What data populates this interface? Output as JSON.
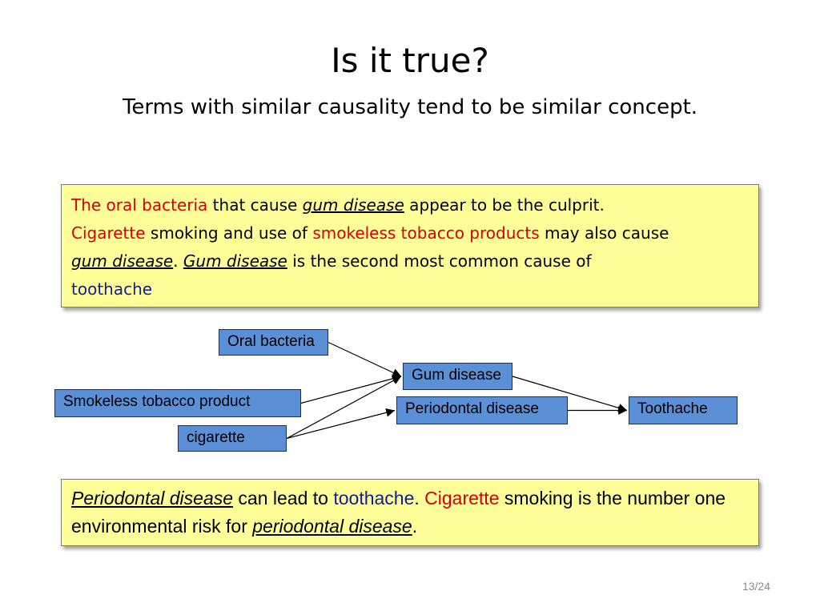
{
  "slide": {
    "title": "Is it true?",
    "subtitle": "Terms with similar causality tend to be similar concept.",
    "page_number": "13/24"
  },
  "colors": {
    "callout_background": "#ffff99",
    "node_fill": "#5b8fd6",
    "highlight_red": "#d40000",
    "highlight_blue": "#102090"
  },
  "top_callout": {
    "s1_oral_bacteria": "The oral bacteria",
    "s1_that_cause": " that cause ",
    "s1_gum_disease": "gum disease",
    "s1_rest": " appear to be the culprit.",
    "s2_cigarette": "Cigarette",
    "s2_smoking": " smoking and use of ",
    "s2_smokeless": "smokeless tobacco products",
    "s2_may": " may also cause",
    "s2_gum_disease": "gum disease",
    "s2_period": ". ",
    "s3_gum_disease": "Gum disease",
    "s3_rest": " is the second most common cause of",
    "s3_toothache": "toothache"
  },
  "bottom_callout": {
    "periodontal": "Periodontal disease",
    "lead": " can lead to ",
    "toothache": "toothache",
    "period1": ". ",
    "cigarette": "Cigarette",
    "rest": " smoking is the number one environmental risk for ",
    "periodontal2": "periodontal disease",
    "period2": "."
  },
  "diagram": {
    "nodes": {
      "oral_bacteria": "Oral bacteria",
      "smokeless_tobacco": "Smokeless tobacco product",
      "cigarette": "cigarette",
      "gum_disease": "Gum disease",
      "periodontal_disease": "Periodontal disease",
      "toothache": "Toothache"
    },
    "edges": [
      [
        "oral_bacteria",
        "gum_disease"
      ],
      [
        "smokeless_tobacco",
        "gum_disease"
      ],
      [
        "cigarette",
        "gum_disease"
      ],
      [
        "cigarette",
        "periodontal_disease"
      ],
      [
        "gum_disease",
        "toothache"
      ],
      [
        "periodontal_disease",
        "toothache"
      ]
    ]
  }
}
